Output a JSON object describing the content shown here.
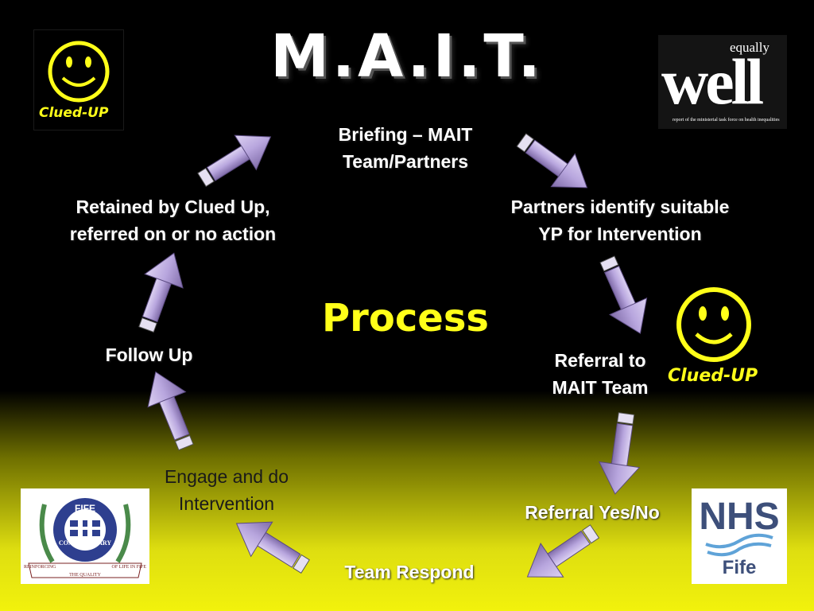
{
  "title": "M.A.I.T.",
  "center_label": "Process",
  "steps": {
    "briefing": [
      "Briefing – MAIT",
      "Team/Partners"
    ],
    "identify": [
      "Partners identify suitable",
      "YP for Intervention"
    ],
    "referral_to": [
      "Referral to",
      "MAIT Team"
    ],
    "referral_yes_no": "Referral Yes/No",
    "team_respond": "Team Respond",
    "engage": [
      "Engage and do",
      "Intervention"
    ],
    "follow_up": "Follow Up",
    "retained": [
      "Retained by Clued Up,",
      "referred on or no action"
    ]
  },
  "logos": {
    "clued_up": "Clued-UP",
    "equally_well": {
      "equally": "equally",
      "well": "well",
      "tagline": "report of the ministerial task force on health inequalities"
    },
    "nhs": {
      "title": "NHS",
      "sub": "Fife"
    },
    "fife_constabulary": {
      "top": "FIFE",
      "name": "CONSTABULARY",
      "motto_left": "REINFORCING",
      "motto_right": "OF LIFE IN FIFE",
      "motto_center": "THE QUALITY"
    }
  },
  "colors": {
    "background_top": "#000000",
    "background_bottom": "#f2f20c",
    "arrow_fill": "#b8a6de",
    "center_label": "#ffff19",
    "step_text_light": "#ffffff",
    "step_text_yellow": "#ffff19",
    "step_text_dark": "#1a1a1a"
  }
}
